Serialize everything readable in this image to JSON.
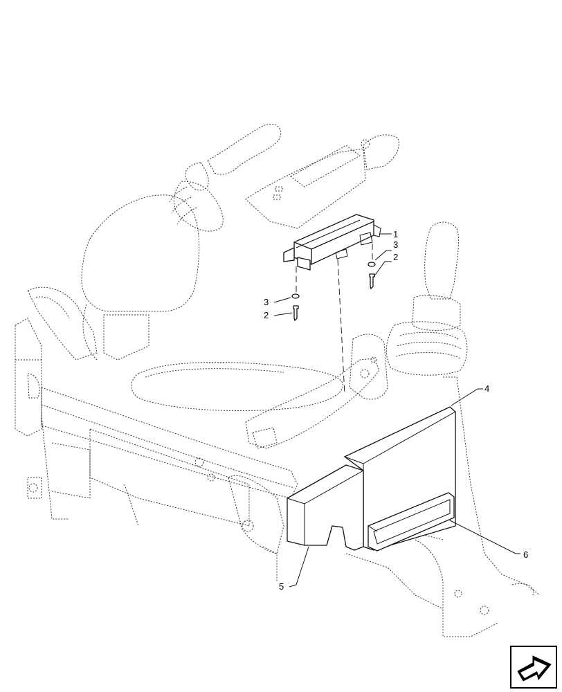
{
  "callouts": [
    {
      "id": "c1",
      "text": "1"
    },
    {
      "id": "c3a",
      "text": "3"
    },
    {
      "id": "c2a",
      "text": "2"
    },
    {
      "id": "c3b",
      "text": "3"
    },
    {
      "id": "c2b",
      "text": "2"
    },
    {
      "id": "c4",
      "text": "4"
    },
    {
      "id": "c5",
      "text": "5"
    },
    {
      "id": "c6",
      "text": "6"
    }
  ],
  "icons": {
    "nav": "next-arrow-icon"
  },
  "colors": {
    "line": "#111111",
    "background": "#ffffff"
  }
}
